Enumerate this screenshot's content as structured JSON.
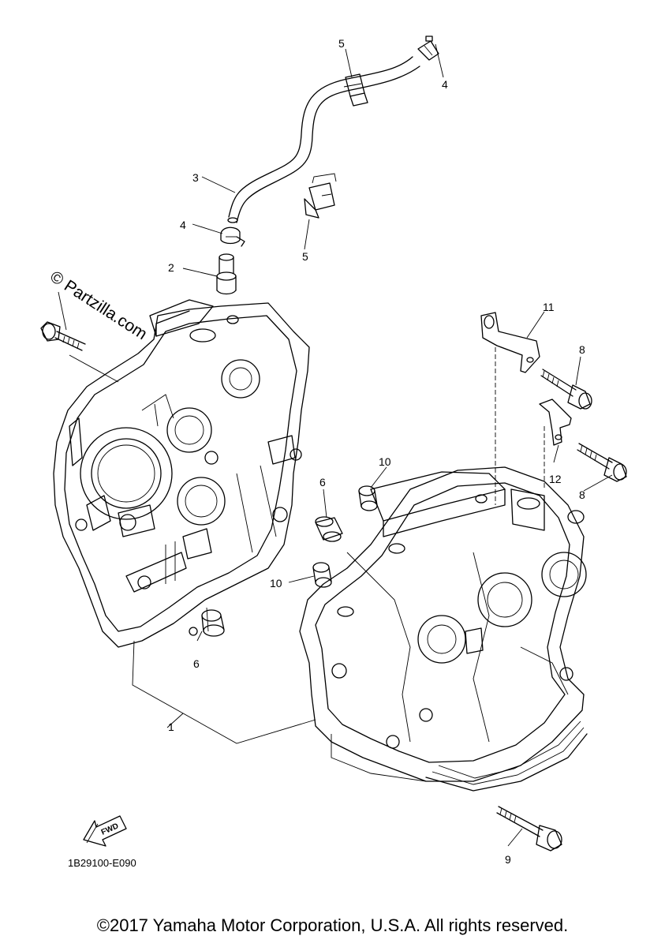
{
  "callouts": {
    "p1": "1",
    "p2": "2",
    "p3": "3",
    "p4a": "4",
    "p4b": "4",
    "p5a": "5",
    "p5b": "5",
    "p6a": "6",
    "p6b": "6",
    "p8a": "8",
    "p8b": "8",
    "p9": "9",
    "p10a": "10",
    "p10b": "10",
    "p11": "11",
    "p12": "12"
  },
  "fwd_label": "FWD",
  "diagram_code": "1B29100-E090",
  "watermark": "© Partzilla.com",
  "copyright": "©2017 Yamaha Motor Corporation, U.S.A. All rights reserved."
}
